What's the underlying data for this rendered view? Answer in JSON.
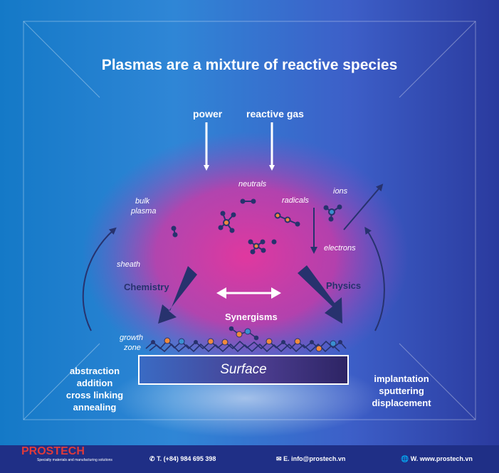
{
  "title": "Plasmas are a mixture of reactive species",
  "inputs": {
    "power": "power",
    "reactive_gas": "reactive gas"
  },
  "species": {
    "neutrals": "neutrals",
    "radicals": "radicals",
    "ions": "ions",
    "electrons": "electrons"
  },
  "regions": {
    "bulk_plasma": [
      "bulk",
      "plasma"
    ],
    "sheath": "sheath",
    "growth_zone": [
      "growth",
      "zone"
    ]
  },
  "mechanisms": {
    "chemistry": "Chemistry",
    "physics": "Physics",
    "synergisms": "Synergisms"
  },
  "surface": "Surface",
  "chemistry_effects": [
    "abstraction",
    "addition",
    "cross linking",
    "annealing"
  ],
  "physics_effects": [
    "implantation",
    "sputtering",
    "displacement"
  ],
  "footer": {
    "brand": "PROSTECH",
    "tagline": "Specialty materials and manufacturing solutions",
    "phone": "T. (+84) 984 695 398",
    "email": "E. info@prostech.vn",
    "web": "W. www.prostech.vn"
  },
  "colors": {
    "plasma": "#e0389f",
    "arrow_dark": "#27326e",
    "molecule_orange": "#f08a3c",
    "molecule_blue": "#3a8fd0",
    "brand_red": "#e03a3a"
  }
}
